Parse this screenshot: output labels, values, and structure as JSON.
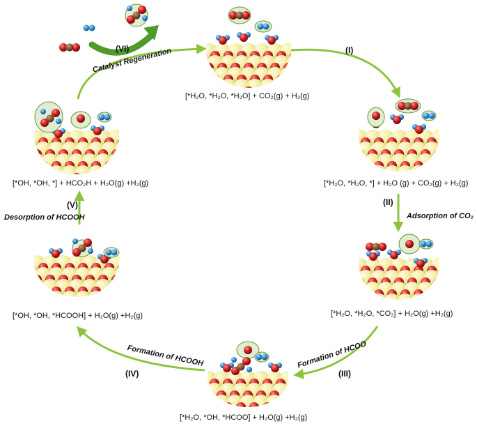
{
  "steps": {
    "I": "(I)",
    "II": "(II)",
    "III": "(III)",
    "IV": "(IV)",
    "V": "(V)",
    "VI": "(VI)"
  },
  "processes": {
    "regeneration": "Catalyst Regeneration",
    "adsorption_co2": "Adsorption of CO₂",
    "formation_hcoo": "Formation of HCOO",
    "formation_hcooh": "Formation of HCOOH",
    "desorption_hcooh": "Desorption of HCOOH"
  },
  "states": {
    "top": "[*H₂O, *H₂O, *H₂O] + CO₂(g) + H₂(g)",
    "right_upper": "[*H₂O, *H₂O, *] + H₂O (g) + CO₂(g) + H₂(g)",
    "right_lower": "[*H₂O, *H₂O, *CO₂] + H₂O(g)  +H₂(g)",
    "bottom": "[*H₂O, *OH, *HCOO] + H₂O(g)  +H₂(g)",
    "left_lower": "[*OH, *OH, *HCOOH] + H₂O(g)  +H₂(g)",
    "left_upper": "[*OH, *OH, *] + HCO₂H + H₂O(g)  +H₂(g)"
  },
  "colors": {
    "arrow": "#8dc43f",
    "surface_atom": "#f3ec9c",
    "oxygen": "#cc1f1f",
    "hydrogen": "#2f8fd6",
    "carbon": "#8a5a3a",
    "highlight_fill": "#dfeed0",
    "highlight_stroke": "#6a8f3f"
  }
}
